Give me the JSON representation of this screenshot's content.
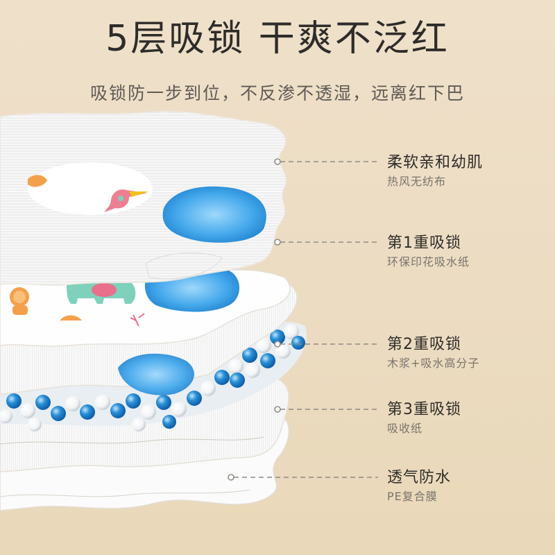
{
  "header": {
    "headline": "5层吸锁  干爽不泛红",
    "subline": "吸锁防一步到位，不反渗不透湿，远离红下巴"
  },
  "layers": [
    {
      "title": "柔软亲和幼肌",
      "subtitle": "热风无纺布"
    },
    {
      "title": "第1重吸锁",
      "subtitle": "环保印花吸水纸"
    },
    {
      "title": "第2重吸锁",
      "subtitle": "木浆+吸水高分子"
    },
    {
      "title": "第3重吸锁",
      "subtitle": "吸收纸"
    },
    {
      "title": "透气防水",
      "subtitle": "PE复合膜"
    }
  ],
  "colors": {
    "background_top": "#efe0ca",
    "background_bottom": "#e9d8b9",
    "headline": "#2e2c2a",
    "subtitle": "#7a746c",
    "leader_line": "#8f8b86",
    "absorbent_blue": "#2a8fd6"
  }
}
